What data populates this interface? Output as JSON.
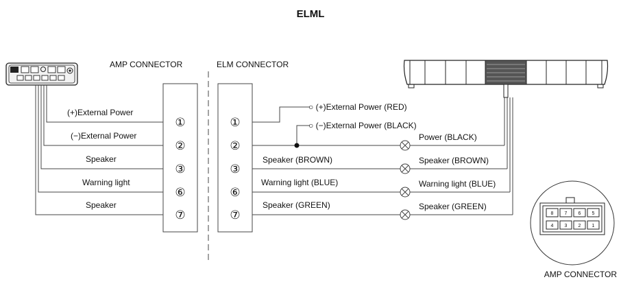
{
  "title": "ELML",
  "amp_connector_label": "AMP CONNECTOR",
  "elm_connector_label": "ELM CONNECTOR",
  "amp_wires": [
    {
      "pin": "①",
      "label": "(+)External Power"
    },
    {
      "pin": "②",
      "label": "(−)External Power"
    },
    {
      "pin": "③",
      "label": "Speaker"
    },
    {
      "pin": "⑥",
      "label": "Warning light"
    },
    {
      "pin": "⑦",
      "label": "Speaker"
    }
  ],
  "elm_wires": [
    {
      "pin": "①",
      "label": "○ (+)External Power (RED)"
    },
    {
      "pin": "②",
      "label": "○ (−)External Power (BLACK)"
    },
    {
      "pin": "③",
      "label": "Speaker (BROWN)"
    },
    {
      "pin": "⑥",
      "label": "Warning light (BLUE)"
    },
    {
      "pin": "⑦",
      "label": "Speaker (GREEN)"
    }
  ],
  "right_labels": [
    "Power (BLACK)",
    "Speaker (BROWN)",
    "Warning light (BLUE)",
    "Speaker (GREEN)"
  ],
  "amp_connector_pins_top": [
    "8",
    "7",
    "6",
    "5"
  ],
  "amp_connector_pins_bottom": [
    "4",
    "3",
    "2",
    "1"
  ],
  "amp_connector_caption": "AMP CONNECTOR"
}
